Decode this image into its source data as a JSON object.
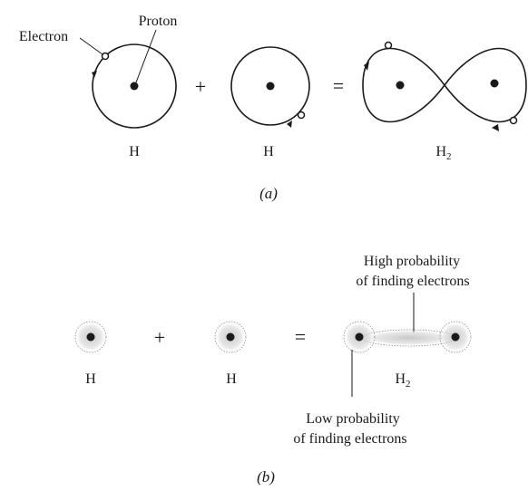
{
  "part_a": {
    "label_electron": "Electron",
    "label_proton": "Proton",
    "atom1": "H",
    "atom2": "H",
    "molecule_base": "H",
    "molecule_sub": "2",
    "plus": "+",
    "equals": "=",
    "caption": "(a)"
  },
  "part_b": {
    "high_line1": "High probability",
    "high_line2": "of finding electrons",
    "low_line1": "Low probability",
    "low_line2": "of finding electrons",
    "atom1": "H",
    "atom2": "H",
    "molecule_base": "H",
    "molecule_sub": "2",
    "plus": "+",
    "equals": "=",
    "caption": "(b)"
  },
  "colors": {
    "ink": "#1a1a1a",
    "cloud": "#8a8a8a"
  }
}
